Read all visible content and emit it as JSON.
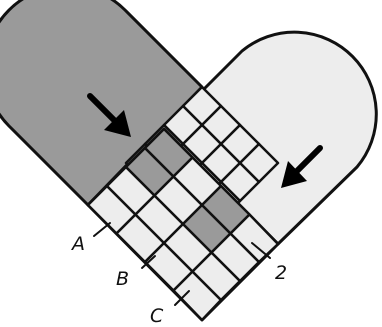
{
  "labels": {
    "strip_a": "A",
    "strip_b": "B",
    "strip_c": "C",
    "strip_2": "2"
  },
  "colors": {
    "dark_gray": "#9a9a9a",
    "light_gray": "#ededed",
    "outline": "#111111",
    "arrow": "#000000",
    "background": "#ffffff"
  },
  "icons": {
    "left_lobe_arrow": "arrow-down-right-icon",
    "right_lobe_arrow": "arrow-down-left-icon"
  }
}
